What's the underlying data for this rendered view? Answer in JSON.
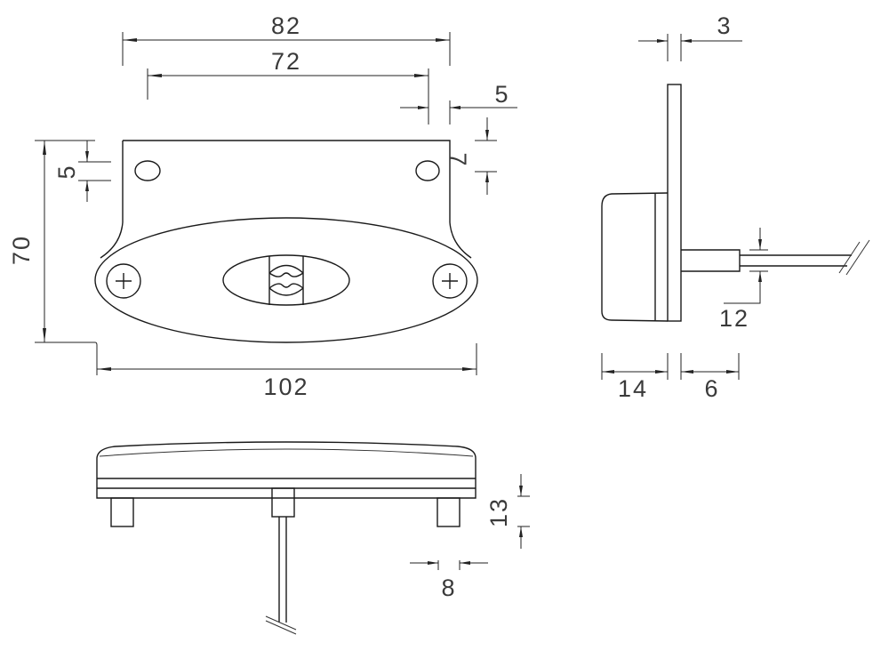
{
  "drawing": {
    "type": "technical-dimension-drawing",
    "subject": "oval marker lamp with mounting bracket",
    "line_color": "#1a1a1a",
    "text_color": "#3a3a3a",
    "units": "mm"
  },
  "front_view": {
    "dimensions": {
      "bracket_width": "82",
      "hole_spacing": "72",
      "hole_edge_offset_x": "5",
      "hole_edge_offset_y_left": "5",
      "hole_edge_offset_y_right": "7",
      "overall_height": "70",
      "overall_width": "102"
    }
  },
  "side_view": {
    "dimensions": {
      "plate_thickness": "3",
      "lens_depth": "14",
      "grommet_length": "6",
      "cable_diameter": "12"
    }
  },
  "bottom_view": {
    "dimensions": {
      "stud_height": "13",
      "stud_width": "8"
    }
  }
}
